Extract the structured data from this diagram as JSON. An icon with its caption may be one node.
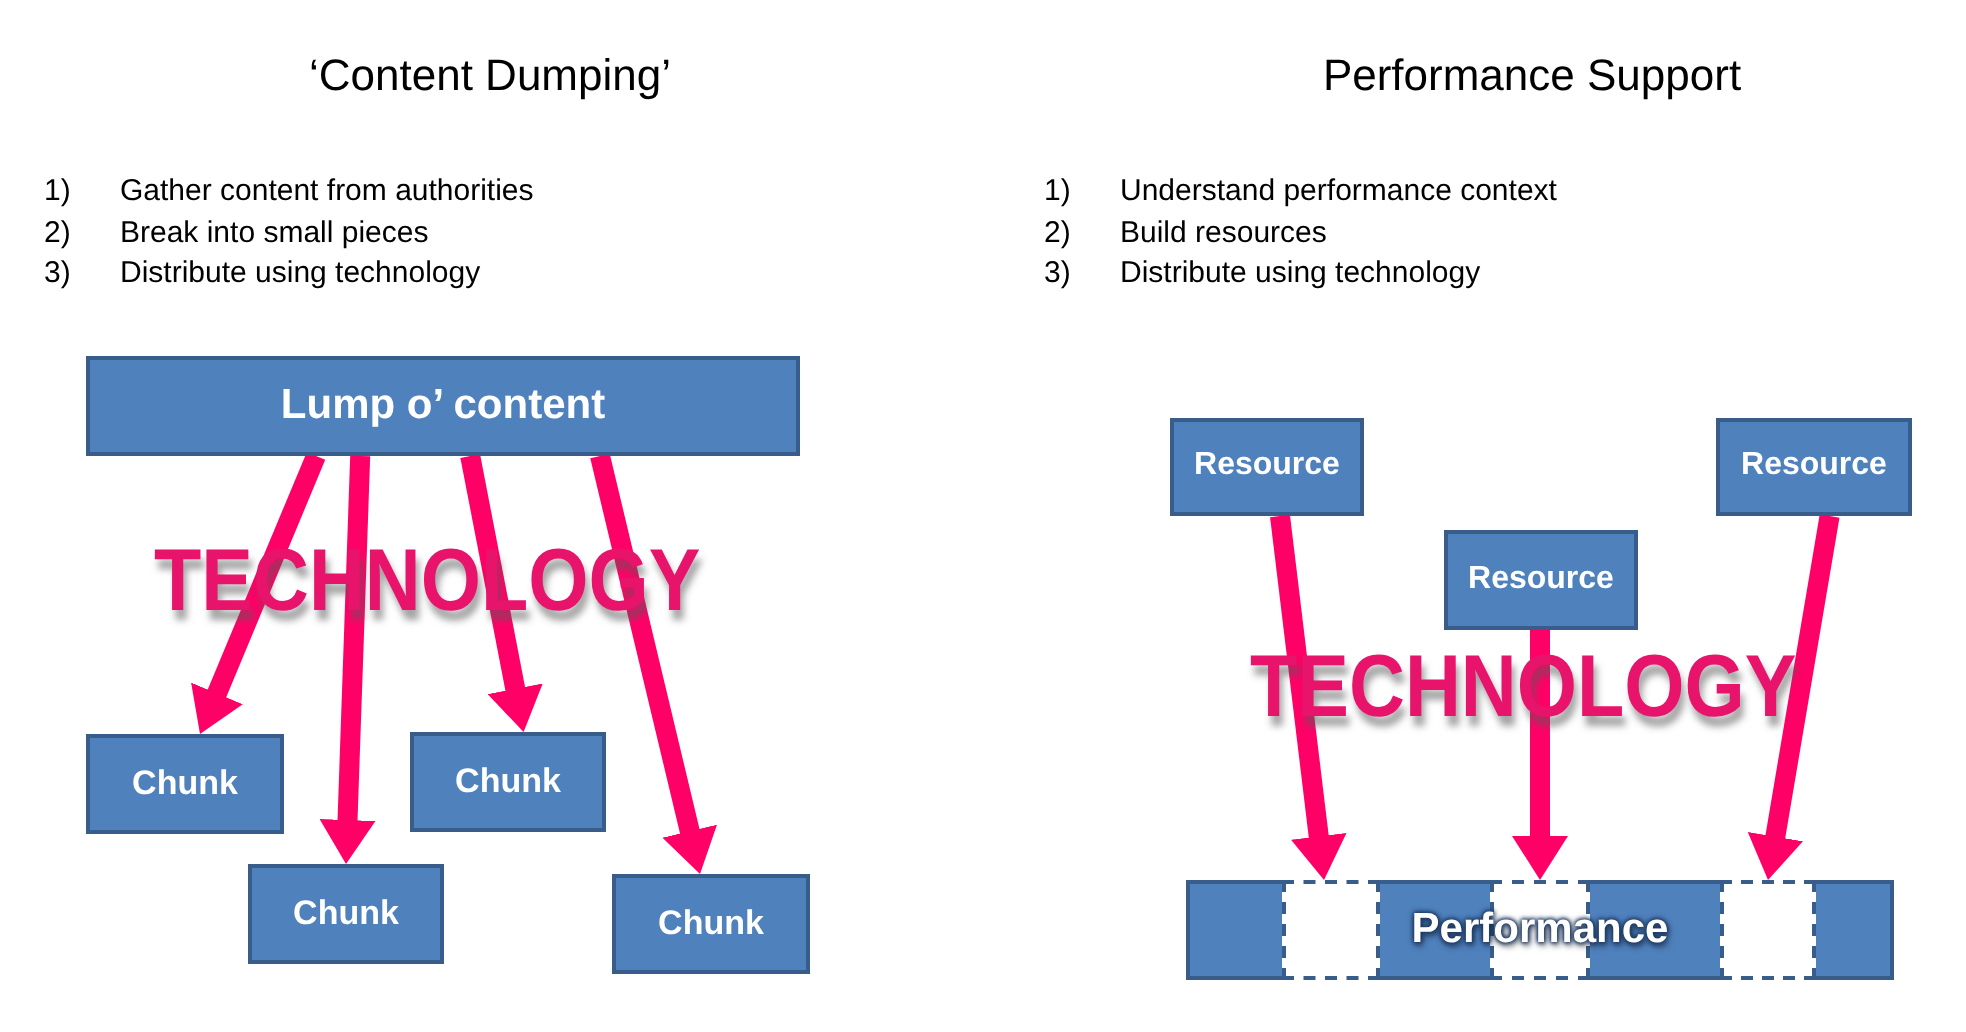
{
  "diagram": {
    "nodes": [
      {
        "text": [
          "Lump o’ content"
        ]
      },
      {
        "text": [
          "Chunk"
        ]
      },
      {
        "text": [
          "Chunk"
        ]
      },
      {
        "text": [
          "Chunk"
        ]
      },
      {
        "text": [
          "Chunk"
        ]
      },
      {
        "text": [
          "Resource"
        ]
      },
      {
        "text": [
          "Resource"
        ]
      },
      {
        "text": [
          "Resource"
        ]
      },
      {
        "text": [
          "Performance"
        ]
      }
    ],
    "edges": [
      {
        "from": 0,
        "to": 1,
        "arrow": "to"
      },
      {
        "from": 0,
        "to": 3,
        "arrow": "to"
      },
      {
        "from": 0,
        "to": 2,
        "arrow": "to"
      },
      {
        "from": 0,
        "to": 4,
        "arrow": "to"
      },
      {
        "from": 5,
        "to": 8,
        "arrow": "to"
      },
      {
        "from": 7,
        "to": 8,
        "arrow": "to"
      },
      {
        "from": 6,
        "to": 8,
        "arrow": "to"
      }
    ],
    "labels": [
      "‘Content Dumping’",
      "1)",
      "Gather content from authorities",
      "2)",
      "Break into small pieces",
      "3)",
      "Distribute using technology",
      "TECHNOLOGY",
      "Performance Support",
      "1)",
      "Understand performance context",
      "2)",
      "Build resources",
      "3)",
      "Distribute using technology",
      "TECHNOLOGY"
    ]
  }
}
